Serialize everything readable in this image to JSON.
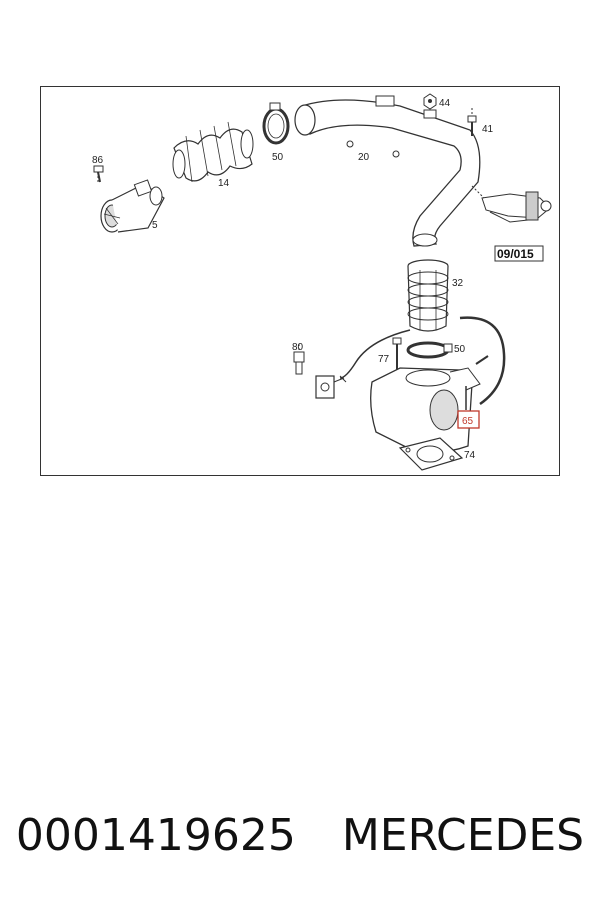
{
  "diagram": {
    "labels": {
      "p86": "86",
      "p5": "5",
      "p14": "14",
      "p50a": "50",
      "p20": "20",
      "p44": "44",
      "p41": "41",
      "ref": "09/015",
      "p32": "32",
      "p80": "80",
      "p77": "77",
      "p50b": "50",
      "p65": "65",
      "p74": "74"
    },
    "highlight_color": "#c0392b"
  },
  "caption": {
    "part_number": "0001419625",
    "brand": "MERCEDES"
  }
}
